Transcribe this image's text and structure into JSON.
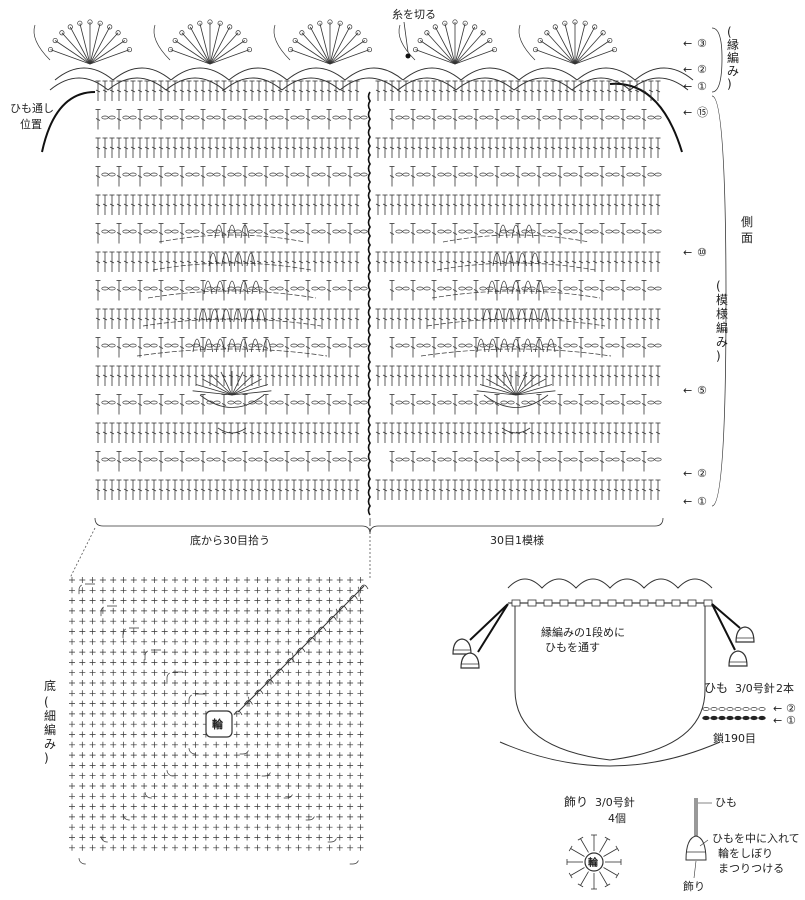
{
  "side": {
    "label": "側面",
    "pattern_label": "(模様編み)",
    "row_markers": [
      "①",
      "②",
      "⑤",
      "⑩",
      "⑮"
    ],
    "bottom_left_label": "底から30目拾う",
    "bottom_right_label": "30目1模様"
  },
  "edging": {
    "label": "(縁編み)",
    "row_markers": [
      "①",
      "②",
      "③"
    ],
    "cut_thread_label": "糸を切る"
  },
  "cord_position_label": [
    "ひも通し",
    "位置"
  ],
  "bottom": {
    "label": "底",
    "sub_label": "(細編み)",
    "center_label": "輪"
  },
  "bag_sketch": {
    "note": [
      "縁編みの1段めに",
      "ひもを通す"
    ]
  },
  "cord": {
    "title": "ひも",
    "spec": "3/0号針",
    "count": "2本",
    "chain": "鎖190目",
    "row_markers": [
      "②",
      "①"
    ]
  },
  "ornament": {
    "title": "飾り",
    "spec": "3/0号針",
    "count": "4個",
    "center_label": "輪"
  },
  "finish": {
    "top_label": "ひも",
    "notes": [
      "ひもを中に入れて",
      "輪をしぼり",
      "まつりつける"
    ],
    "bottom_label": "飾り"
  }
}
